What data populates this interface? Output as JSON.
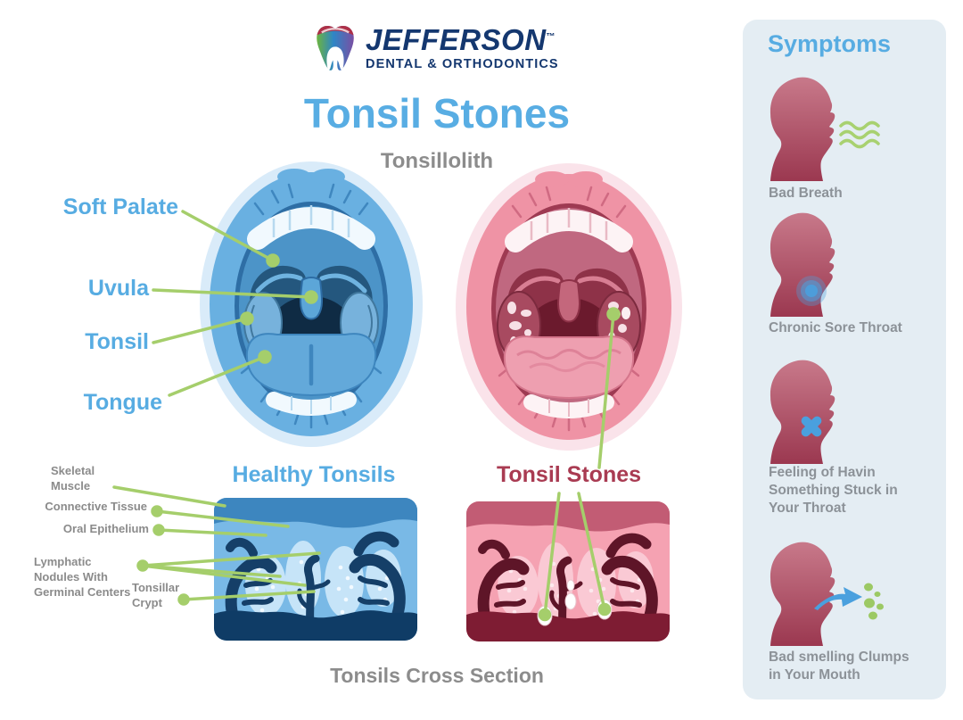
{
  "brand": {
    "name": "JEFFERSON",
    "tm": "™",
    "tagline": "DENTAL & ORTHODONTICS"
  },
  "header": {
    "title": "Tonsil Stones",
    "subtitle": "Tonsillolith"
  },
  "mouth_labels": {
    "soft_palate": "Soft Palate",
    "uvula": "Uvula",
    "tonsil": "Tonsil",
    "tongue": "Tongue"
  },
  "cross_section": {
    "healthy_title": "Healthy Tonsils",
    "stones_title": "Tonsil Stones",
    "caption": "Tonsils Cross Section",
    "labels": {
      "skeletal_muscle": "Skeletal Muscle",
      "connective_tissue": "Connective Tissue",
      "oral_epithelium": "Oral Epithelium",
      "lymphatic_nodules": "Lymphatic Nodules With Germinal Centers",
      "tonsillar_crypt": "Tonsillar Crypt"
    }
  },
  "symptoms": {
    "title": "Symptoms",
    "items": [
      {
        "label": "Bad Breath",
        "icon": "head-breath-icon"
      },
      {
        "label": "Chronic Sore Throat",
        "icon": "head-sore-throat-icon"
      },
      {
        "label": "Feeling of Havin Something Stuck in Your Throat",
        "icon": "head-stuck-icon"
      },
      {
        "label": "Bad smelling Clumps in Your Mouth",
        "icon": "head-clumps-icon"
      }
    ]
  },
  "palette": {
    "accent_blue": "#58ADE3",
    "accent_maroon": "#A93B52",
    "leader_green": "#A5CE6B",
    "text_gray": "#8C8C8C",
    "sidebar_bg": "#E4EDF3",
    "brand_navy": "#14376F"
  }
}
